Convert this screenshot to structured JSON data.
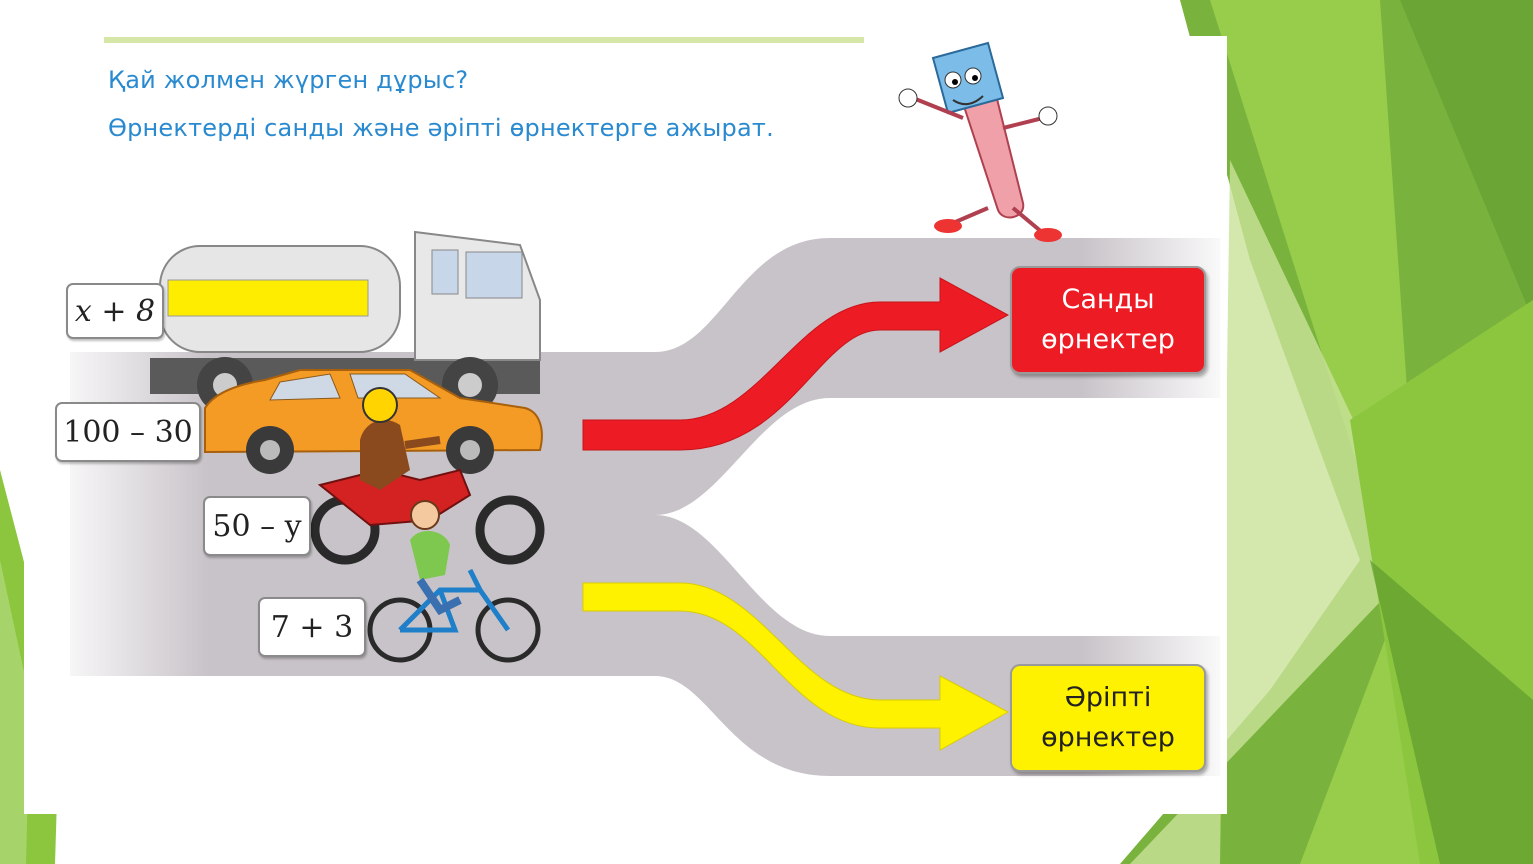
{
  "question": {
    "line1": "Қай жолмен жүрген дұрыс?",
    "line2": "Өрнектерді санды және әріпті өрнектерге ажырат."
  },
  "expressions": [
    {
      "text": "x + 8",
      "vehicle": "truck"
    },
    {
      "text": "100 – 30",
      "vehicle": "car"
    },
    {
      "text": "50 – y",
      "vehicle": "motorcycle"
    },
    {
      "text": "7 + 3",
      "vehicle": "bicycle"
    }
  ],
  "targets": {
    "numeric": {
      "line1": "Санды",
      "line2": "өрнектер",
      "color": "#ed1c24"
    },
    "literal": {
      "line1": "Әріпті",
      "line2": "өрнектер",
      "color": "#fff200"
    }
  },
  "colors": {
    "background_green": "#8cc63f",
    "road": "#c8c3c8",
    "question_text": "#2a8ad0",
    "top_rule": "#d6e6a6"
  },
  "icons": [
    "eraser-mascot-icon",
    "tanker-truck-icon",
    "car-icon",
    "motorcycle-icon",
    "bicycle-icon"
  ]
}
